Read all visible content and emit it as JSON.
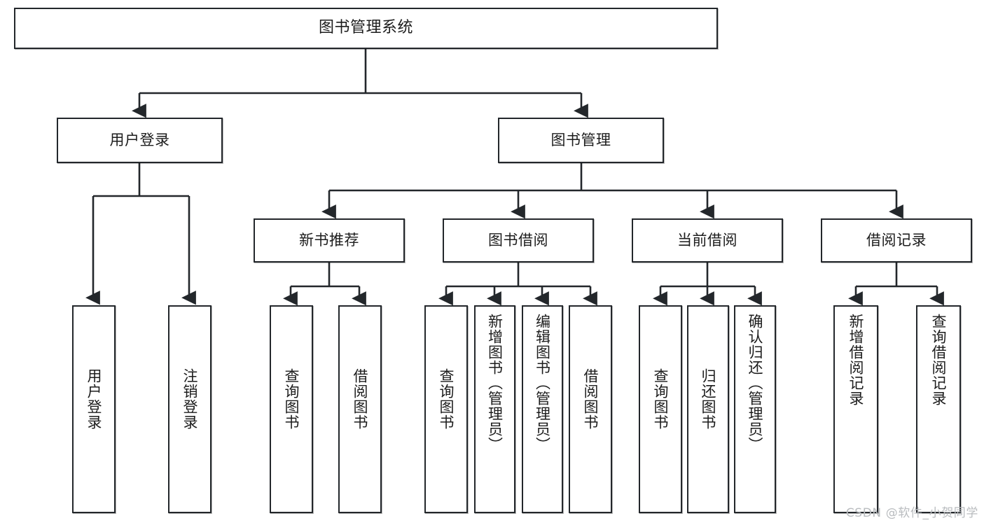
{
  "diagram": {
    "title": "图书管理系统",
    "type": "tree-hierarchy",
    "root": {
      "label": "图书管理系统"
    },
    "level2": [
      {
        "label": "用户登录"
      },
      {
        "label": "图书管理"
      }
    ],
    "level3": [
      {
        "label": "新书推荐"
      },
      {
        "label": "图书借阅"
      },
      {
        "label": "当前借阅"
      },
      {
        "label": "借阅记录"
      }
    ],
    "leaves": {
      "user_login": [
        {
          "label": "用户登录"
        },
        {
          "label": "注销登录"
        }
      ],
      "new_book_recommend": [
        {
          "label": "查询图书"
        },
        {
          "label": "借阅图书"
        }
      ],
      "book_borrow": [
        {
          "label": "查询图书"
        },
        {
          "label": "新增图书（管理员）"
        },
        {
          "label": "编辑图书（管理员）"
        },
        {
          "label": "借阅图书"
        }
      ],
      "current_borrow": [
        {
          "label": "查询图书"
        },
        {
          "label": "归还图书"
        },
        {
          "label": "确认归还（管理员）"
        }
      ],
      "borrow_record": [
        {
          "label": "新增借阅记录"
        },
        {
          "label": "查询借阅记录"
        }
      ]
    }
  },
  "watermark": {
    "text": "CSDN @软件_小贺同学"
  },
  "colors": {
    "stroke": "#23272b",
    "text": "#1c1c1c",
    "background": "#ffffff",
    "watermark": "#b9bcbf"
  }
}
